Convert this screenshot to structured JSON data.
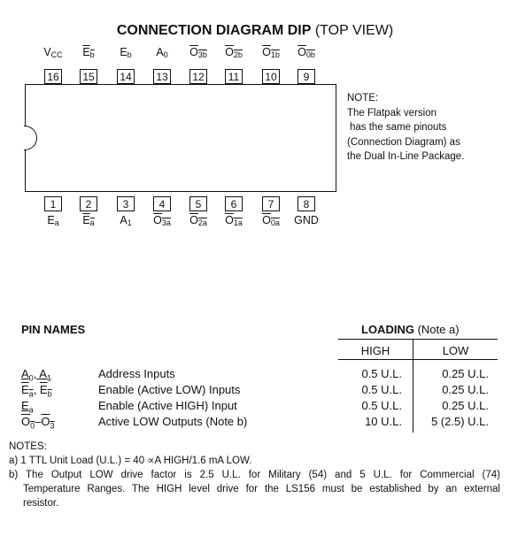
{
  "title": {
    "bold": "CONNECTION DIAGRAM DIP",
    "suffix": " (TOP VIEW)"
  },
  "top_pins": [
    {
      "num": "16",
      "label": "V",
      "sub": "CC",
      "overline": false
    },
    {
      "num": "15",
      "label": "E",
      "sub": "b",
      "overline": true
    },
    {
      "num": "14",
      "label": "E",
      "sub": "b",
      "overline": false
    },
    {
      "num": "13",
      "label": "A",
      "sub": "0",
      "overline": false
    },
    {
      "num": "12",
      "label": "O",
      "sub": "3b",
      "overline": true
    },
    {
      "num": "11",
      "label": "O",
      "sub": "2b",
      "overline": true
    },
    {
      "num": "10",
      "label": "O",
      "sub": "1b",
      "overline": true
    },
    {
      "num": "9",
      "label": "O",
      "sub": "0b",
      "overline": true
    }
  ],
  "bottom_pins": [
    {
      "num": "1",
      "label": "E",
      "sub": "a",
      "overline": false
    },
    {
      "num": "2",
      "label": "E",
      "sub": "a",
      "overline": true
    },
    {
      "num": "3",
      "label": "A",
      "sub": "1",
      "overline": false
    },
    {
      "num": "4",
      "label": "O",
      "sub": "3a",
      "overline": true
    },
    {
      "num": "5",
      "label": "O",
      "sub": "2a",
      "overline": true
    },
    {
      "num": "6",
      "label": "O",
      "sub": "1a",
      "overline": true
    },
    {
      "num": "7",
      "label": "O",
      "sub": "0a",
      "overline": true
    },
    {
      "num": "8",
      "label": "GND",
      "sub": "",
      "overline": false
    }
  ],
  "note": {
    "heading": "NOTE:",
    "lines": [
      "The Flatpak version",
      "has the same pinouts",
      "(Connection Diagram) as",
      "the Dual In-Line Package."
    ]
  },
  "pin_names": {
    "title": "PIN NAMES",
    "loading_bold": "LOADING",
    "loading_suffix": " (Note a)",
    "col_high": "HIGH",
    "col_low": "LOW",
    "rows": [
      {
        "pins": "A0, A1",
        "desc": "Address Inputs",
        "high": "0.5 U.L.",
        "low": "0.25 U.L."
      },
      {
        "pins": "Ea, Eb",
        "desc": "Enable (Active LOW) Inputs",
        "high": "0.5 U.L.",
        "low": "0.25 U.L."
      },
      {
        "pins": "Ea",
        "desc": "Enable (Active HIGH) Input",
        "high": "0.5 U.L.",
        "low": "0.25 U.L."
      },
      {
        "pins": "O0–O3",
        "desc": "Active LOW Outputs (Note b)",
        "high": "10 U.L.",
        "low": "5 (2.5) U.L."
      }
    ]
  },
  "notes": {
    "heading": "NOTES:",
    "a": "a) 1 TTL Unit Load (U.L.) = 40 ∝A HIGH/1.6 mA LOW.",
    "b1": "b) The Output LOW drive factor is 2.5 U.L. for Military (54) and 5 U.L. for Commercial (74)",
    "b2": "Temperature Ranges. The HIGH level drive for the LS156 must be established by an external",
    "b3": "resistor."
  }
}
